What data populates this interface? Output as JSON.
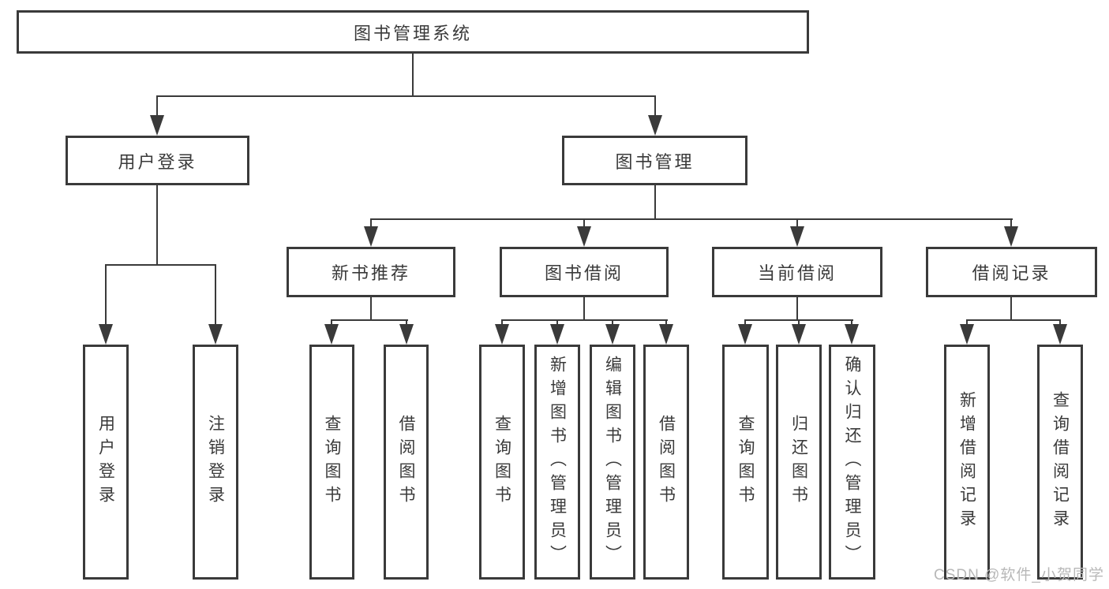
{
  "diagram": {
    "title": "图书管理系统",
    "type": "hierarchy-tree",
    "colors": {
      "line": "#3a3a3a",
      "box_background": "#ffffff",
      "text": "#3a3a3a",
      "watermark": "#b8b8b8"
    },
    "nodes": {
      "root": {
        "label": "图书管理系统"
      },
      "user_login": {
        "label": "用户登录"
      },
      "book_mgmt": {
        "label": "图书管理"
      },
      "new_book_rec": {
        "label": "新书推荐"
      },
      "book_borrow": {
        "label": "图书借阅"
      },
      "current_borrow": {
        "label": "当前借阅"
      },
      "borrow_record": {
        "label": "借阅记录"
      },
      "leaf_user_login": {
        "label": "用户登录"
      },
      "leaf_logout": {
        "label": "注销登录"
      },
      "leaf_query_book_1": {
        "label": "查询图书"
      },
      "leaf_borrow_book_1": {
        "label": "借阅图书"
      },
      "leaf_query_book_2": {
        "label": "查询图书"
      },
      "leaf_add_book": {
        "label": "新增图书（管理员）"
      },
      "leaf_edit_book": {
        "label": "编辑图书（管理员）"
      },
      "leaf_borrow_book_2": {
        "label": "借阅图书"
      },
      "leaf_query_book_3": {
        "label": "查询图书"
      },
      "leaf_return_book": {
        "label": "归还图书"
      },
      "leaf_confirm_return": {
        "label": "确认归还（管理员）"
      },
      "leaf_add_borrow_rec": {
        "label": "新增借阅记录"
      },
      "leaf_query_borrow_rec": {
        "label": "查询借阅记录"
      }
    },
    "edges": [
      {
        "from": "root",
        "to": [
          "user_login",
          "book_mgmt"
        ]
      },
      {
        "from": "user_login",
        "to": [
          "leaf_user_login",
          "leaf_logout"
        ]
      },
      {
        "from": "book_mgmt",
        "to": [
          "new_book_rec",
          "book_borrow",
          "current_borrow",
          "borrow_record"
        ]
      },
      {
        "from": "new_book_rec",
        "to": [
          "leaf_query_book_1",
          "leaf_borrow_book_1"
        ]
      },
      {
        "from": "book_borrow",
        "to": [
          "leaf_query_book_2",
          "leaf_add_book",
          "leaf_edit_book",
          "leaf_borrow_book_2"
        ]
      },
      {
        "from": "current_borrow",
        "to": [
          "leaf_query_book_3",
          "leaf_return_book",
          "leaf_confirm_return"
        ]
      },
      {
        "from": "borrow_record",
        "to": [
          "leaf_add_borrow_rec",
          "leaf_query_borrow_rec"
        ]
      }
    ]
  },
  "watermark": {
    "text": "CSDN @软件_小贺同学"
  }
}
